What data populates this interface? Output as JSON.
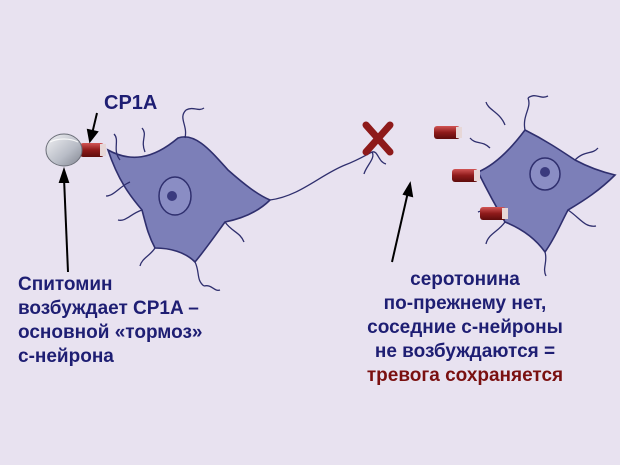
{
  "colors": {
    "background": "#e8e2f0",
    "neuron_fill": "#7c7fb8",
    "neuron_stroke": "#2f2f6e",
    "receptor": "#8e1a1a",
    "cross": "#8e1a1a",
    "text": "#1e1e73",
    "alert_text": "#7a1010"
  },
  "labels": {
    "cp1a": "CP1A",
    "left_caption": [
      "Спитомин",
      "возбуждает CP1A –",
      "основной «тормоз»",
      "с-нейрона"
    ],
    "right_caption": [
      "серотонина",
      "по-прежнему нет,",
      "соседние с-нейроны",
      "не возбуждаются ="
    ],
    "right_caption_alert": "тревога сохраняется"
  },
  "icons": [
    "pill-icon",
    "receptor-icon",
    "cross-icon",
    "arrow-icon",
    "neuron-icon"
  ]
}
